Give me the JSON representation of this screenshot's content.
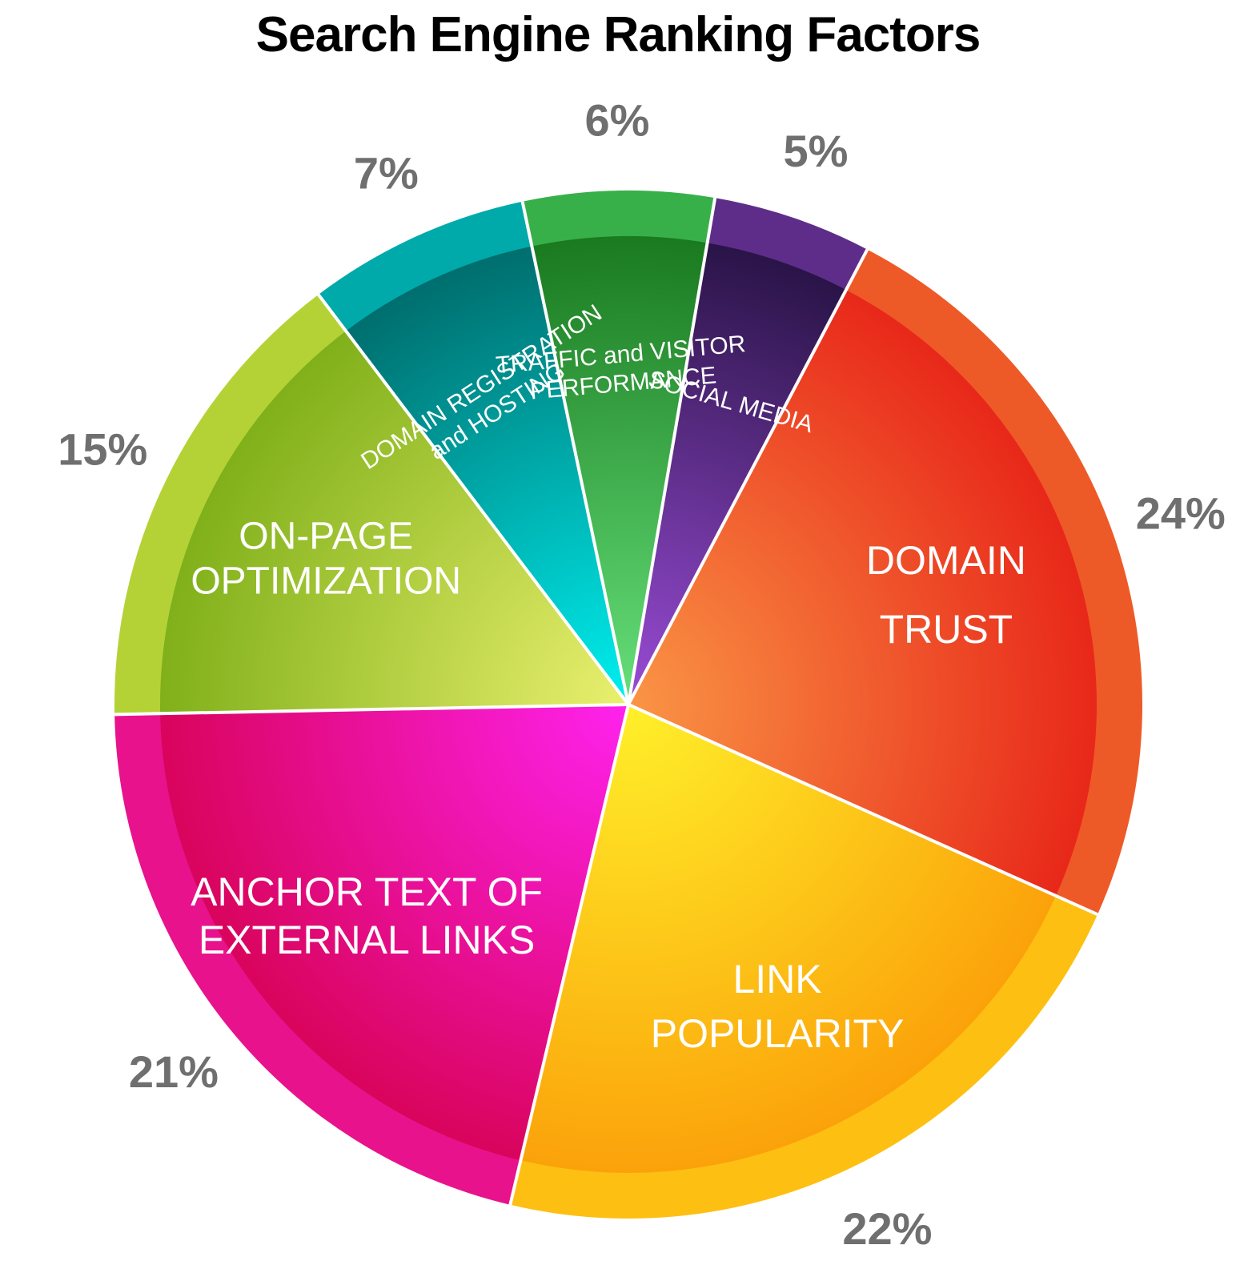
{
  "chart_data": {
    "type": "pie",
    "title": "Search Engine Ranking Factors",
    "slices": [
      {
        "label": [
          "DOMAIN",
          "TRUST"
        ],
        "value": 24,
        "value_label": "24%",
        "colors": {
          "rim": "#ee5a27",
          "inner": "#e8281a",
          "center": "#fa9545"
        }
      },
      {
        "label": [
          "LINK",
          "POPULARITY"
        ],
        "value": 22,
        "value_label": "22%",
        "colors": {
          "rim": "#fdc012",
          "inner": "#fba20a",
          "center": "#fff02a"
        }
      },
      {
        "label": [
          "ANCHOR TEXT OF",
          "EXTERNAL LINKS"
        ],
        "value": 21,
        "value_label": "21%",
        "colors": {
          "rim": "#e8128c",
          "inner": "#d9045c",
          "center": "#ff22ee"
        }
      },
      {
        "label": [
          "ON-PAGE",
          "OPTIMIZATION"
        ],
        "value": 15,
        "value_label": "15%",
        "colors": {
          "rim": "#b4d236",
          "inner": "#80b01a",
          "center": "#eaf06e"
        }
      },
      {
        "label": [
          "DOMAIN REGISTRATION",
          "and HOSTING"
        ],
        "value": 7,
        "value_label": "7%",
        "colors": {
          "rim": "#00aaaa",
          "inner": "#006e6e",
          "center": "#00f0f0"
        }
      },
      {
        "label": [
          "TRAFFIC and VISITOR",
          "PERFORMANCE"
        ],
        "value": 6,
        "value_label": "6%",
        "colors": {
          "rim": "#38b04a",
          "inner": "#1a7a20",
          "center": "#66e07a"
        }
      },
      {
        "label": [
          "SOCIAL MEDIA"
        ],
        "value": 5,
        "value_label": "5%",
        "colors": {
          "rim": "#5e2d8a",
          "inner": "#2a1448",
          "center": "#9a4cd6"
        }
      }
    ],
    "start_angle_deg": -62.3,
    "direction": "clockwise",
    "legend": "none"
  }
}
